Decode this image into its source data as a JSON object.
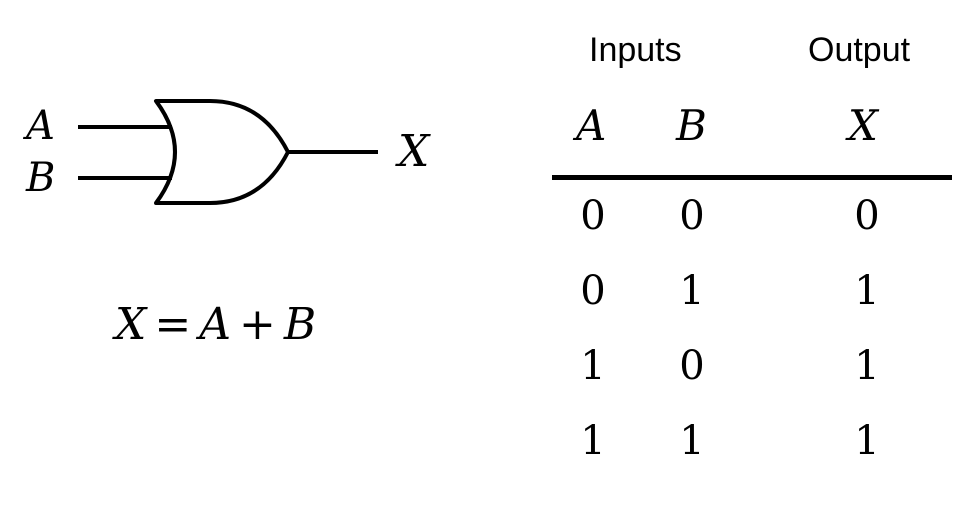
{
  "diagram": {
    "gate_type": "OR",
    "inputs": [
      "A",
      "B"
    ],
    "output": "X",
    "equation": {
      "lhs": "X",
      "eq": "=",
      "a": "A",
      "op": "+",
      "b": "B"
    }
  },
  "truth_table": {
    "group_headers": {
      "inputs": "Inputs",
      "output": "Output"
    },
    "columns": [
      "A",
      "B",
      "X"
    ],
    "rows": [
      [
        "0",
        "0",
        "0"
      ],
      [
        "0",
        "1",
        "1"
      ],
      [
        "1",
        "0",
        "1"
      ],
      [
        "1",
        "1",
        "1"
      ]
    ]
  }
}
